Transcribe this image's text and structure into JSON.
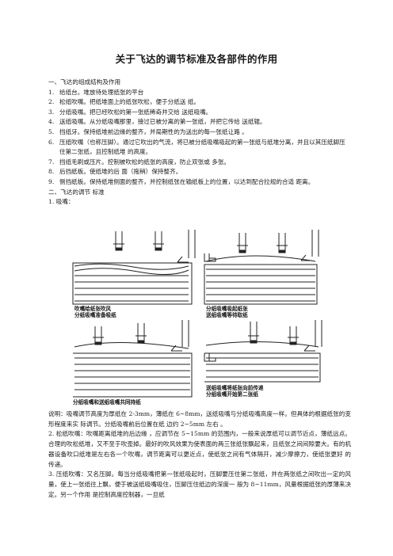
{
  "title": "关于飞达的调节标准及各部件的作用",
  "section1": {
    "heading": "一、飞达的组成结构及作用",
    "items": [
      {
        "num": "1.",
        "text": "给纸台。堆放待处理纸张的平台"
      },
      {
        "num": "2.",
        "text": "松纸吹嘴。把纸堆面上的纸张吹松，便于分纸送 纸。"
      },
      {
        "num": "3.",
        "text": "分纸吸嘴。把已经吹松的第一张纸稀奇并交给 送纸吸嘴。"
      },
      {
        "num": "4.",
        "text": "送纸吸嘴。从分纸吸嘴那里，接过已被分离的第一张纸，并把它传给 送纸辊。"
      },
      {
        "num": "5.",
        "text": "挡纸牙。保持纸堆前边缘的整齐，并局期性的为送出的每一张纸让路 。"
      },
      {
        "num": "6.",
        "text": "压纸吹嘴（也称压脚）。通过它吹出的气流，将已被分纸吸嘴吸起的第一张纸与纸堆分离，并且以其压纸脚压住第二张纸，且控制纸堆 的高度。"
      },
      {
        "num": "7.",
        "text": "挡纸毛刷或压片。控制被吹松的纸张的高度，防止双张或 多张。"
      },
      {
        "num": "8.",
        "text": "后挡纸板。使纸堆的后 面（拖稍）保持整齐。"
      },
      {
        "num": "9.",
        "text": "侧挡纸板。保持纸堆侧面的整齐，并控制纸张在输纸板上的位置，以达到配合拉规的合适 距离。"
      }
    ]
  },
  "section2": {
    "heading": "二、飞达的调节 标准",
    "sub": "1. 吸嘴："
  },
  "figure": {
    "cap_a": "吹嘴给纸张吹风",
    "cap_b": "分纸吸嘴准备吸纸",
    "cap_c": "分纸吸嘴吸起纸张",
    "cap_d": "送纸吸嘴等待取纸",
    "cap_e": "分纸吸嘴和送纸吸嘴共同持纸",
    "cap_f": "送纸吸嘴将纸张向前传递",
    "cap_g": "分纸吸嘴开始第二张纸"
  },
  "notes": [
    "说明：吸嘴调节高度为厚纸在 2-3mm，薄纸在 6~8mm，送纸吸嘴与分纸吸嘴高度一样。但具体的根据纸张的变形程度来实 际调节。分纸吸嘴前后位置在纸 边约 2~5mm 左右 。",
    "2. 松纸吹嘴：吹嘴距离纸堆的后边缘 ，应调节在 5~15mm 的范围内，一般来说厚纸可以调节近点，薄纸远点。合理的吹松纸堆，又不至于吹歪掉。最好的吹风效果为使表面的两三张纸张飘起来，且纸张之间间隙要大。有的机器设备吹口纸堆是左右各一个吹嘴，调节距离可以更近点，使纸张之间有气体隔开，减少摩擦力，使纸张更好 的传递。",
    "3. 压纸吹嘴：又名压脚。每当分纸吸嘴把第一张纸吸起时，压脚要压住第二张纸，并在两张纸之间吹出一定的风量，使上一张纸往上飘，便于被送纸吸嘴吸住，压脚压住纸边的深度一 般为 8~11mm，风量根据纸张的厚薄来决定。另一个作用 是控制高度控制器，一旦纸"
  ]
}
